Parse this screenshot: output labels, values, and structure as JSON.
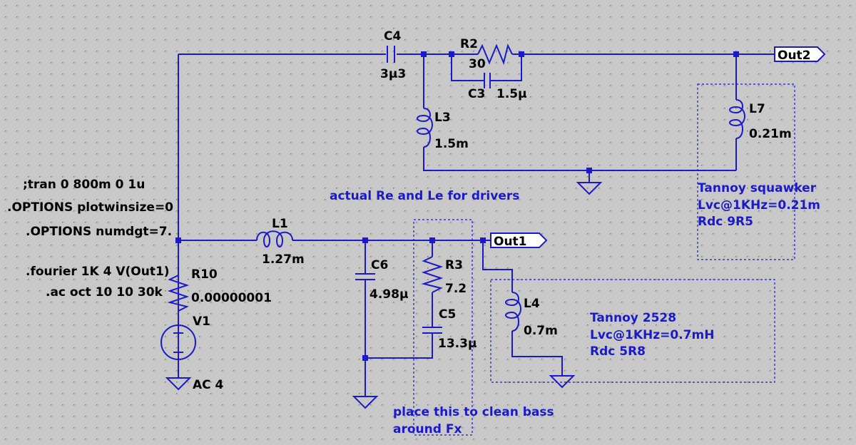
{
  "colors": {
    "background": "#c8c8c8",
    "wire": "#1a1acc",
    "text": "#000000",
    "note": "#1a1acc"
  },
  "directives": {
    "tran": ";tran 0 800m 0 1u",
    "opt1": ".OPTIONS plotwinsize=0",
    "opt2": ".OPTIONS numdgt=7.",
    "fourier": ".fourier 1K 4 V(Out1)",
    "ac": ".ac oct 10 10 30k"
  },
  "components": {
    "C4": {
      "name": "C4",
      "value": "3µ3"
    },
    "R2": {
      "name": "R2",
      "value": "30"
    },
    "C3": {
      "name": "C3",
      "value": "1.5µ"
    },
    "L3": {
      "name": "L3",
      "value": "1.5m"
    },
    "L7": {
      "name": "L7",
      "value": "0.21m"
    },
    "L1": {
      "name": "L1",
      "value": "1.27m"
    },
    "C6": {
      "name": "C6",
      "value": "4.98µ"
    },
    "R3": {
      "name": "R3",
      "value": "7.2"
    },
    "C5": {
      "name": "C5",
      "value": "13.3µ"
    },
    "L4": {
      "name": "L4",
      "value": "0.7m"
    },
    "R10": {
      "name": "R10",
      "value": "0.00000001"
    },
    "V1": {
      "name": "V1",
      "value": "AC 4"
    }
  },
  "ports": {
    "out1": "Out1",
    "out2": "Out2"
  },
  "notes": {
    "actual": "actual Re and Le for drivers",
    "squawker": [
      "Tannoy squawker",
      "Lvc@1KHz=0.21m",
      "Rdc 9R5"
    ],
    "tannoy2528": [
      "Tannoy 2528",
      "Lvc@1KHz=0.7mH",
      "Rdc 5R8"
    ],
    "clean": [
      "place this to clean bass",
      "around Fx"
    ]
  }
}
